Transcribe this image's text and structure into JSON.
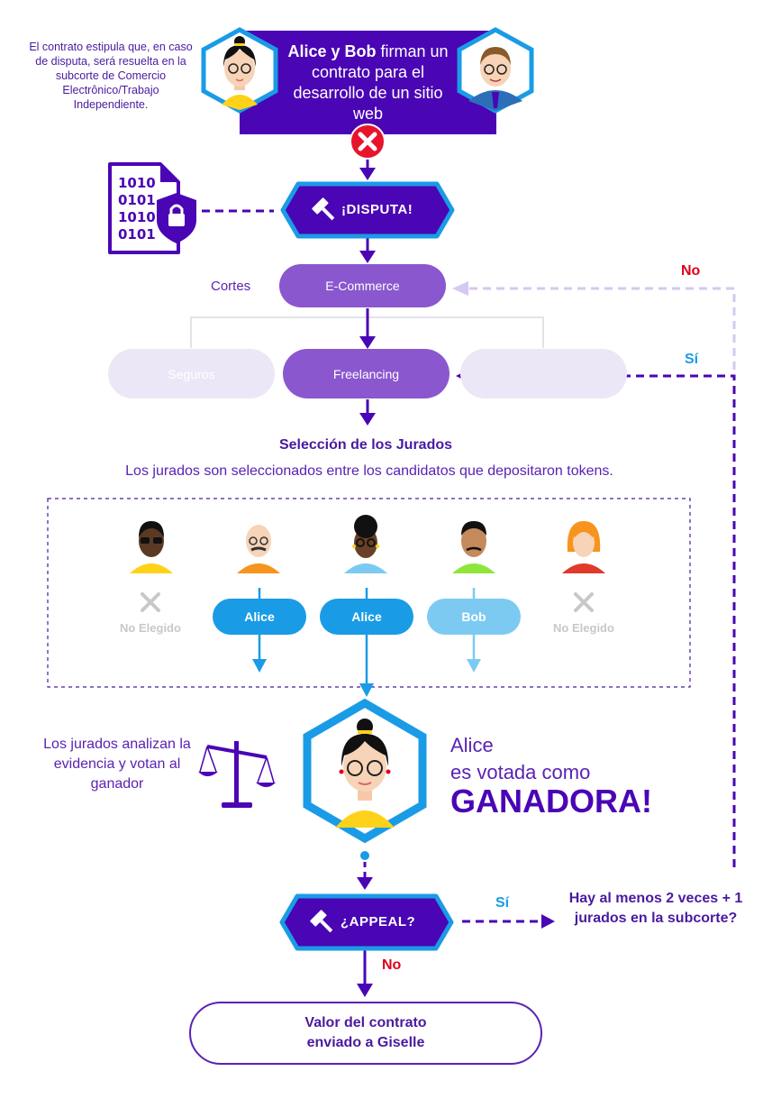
{
  "header": {
    "names": "Alice y Bob",
    "rest": "firman un contrato para el desarrollo de un sitio web"
  },
  "note_top": "El contrato estipula que, en caso de disputa, será resuelta en la subcorte de Comercio Electrônico/Trabajo Independiente.",
  "binary_lines": [
    "1010",
    "0101",
    "1010",
    "0101"
  ],
  "dispute_label": "¡DISPUTA!",
  "cortes_label": "Cortes",
  "courts": {
    "ecommerce": "E-Commerce",
    "seguros": "Seguros",
    "freelancing": "Freelancing"
  },
  "selection": {
    "title": "Selección de los Jurados",
    "subtitle": "Los jurados son seleccionados entre los candidatos que depositaron tokens."
  },
  "jurors": [
    {
      "state": "not_selected",
      "text": "No Elegido"
    },
    {
      "state": "vote",
      "text": "Alice",
      "color": "#1a9be6"
    },
    {
      "state": "vote",
      "text": "Alice",
      "color": "#1a9be6"
    },
    {
      "state": "vote",
      "text": "Bob",
      "color": "#7ccaf2"
    },
    {
      "state": "not_selected",
      "text": "No Elegido"
    }
  ],
  "jurors_note": "Los jurados analizan la evidencia y votan al ganador",
  "winner": {
    "line1": "Alice",
    "line2": "es votada como",
    "line3": "GANADORA!"
  },
  "appeal_label": "¿APPEAL?",
  "appeal_yes": "Sí",
  "appeal_no": "No",
  "loop_no": "No",
  "loop_yes": "Sí",
  "question": "Hay al menos 2 veces + 1 jurados en la subcorte?",
  "final": "Valor del contrato enviado a Giselle",
  "colors": {
    "primary": "#4a05b4",
    "accent_blue": "#1a9be6",
    "light_blue": "#7ccaf2",
    "court_purple": "#8a57cf",
    "red": "#e0001b"
  }
}
